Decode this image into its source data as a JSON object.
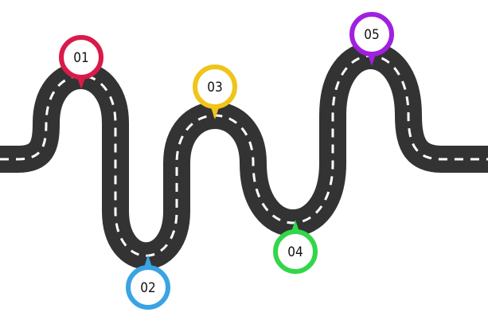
{
  "colors": {
    "road": "#333333",
    "road_edge": "#2a2a2a",
    "lane_marking": "#ffffff",
    "background": "#ffffff"
  },
  "milestones": [
    {
      "label": "01",
      "color": "#d81b4a",
      "pointer": "down"
    },
    {
      "label": "02",
      "color": "#3aa3e3",
      "pointer": "up"
    },
    {
      "label": "03",
      "color": "#f0c419",
      "pointer": "down"
    },
    {
      "label": "04",
      "color": "#33d64a",
      "pointer": "up"
    },
    {
      "label": "05",
      "color": "#a020e0",
      "pointer": "down"
    }
  ]
}
